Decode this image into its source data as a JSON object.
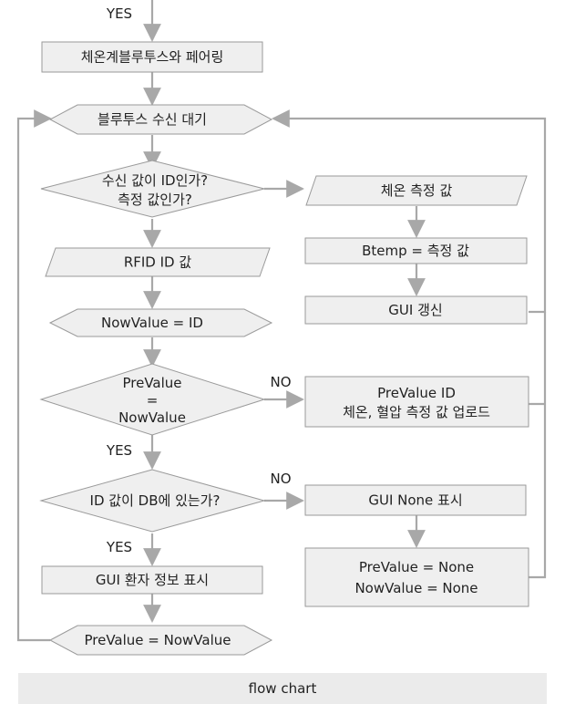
{
  "nodes": {
    "yes_top": "YES",
    "pairing": "체온계블루투스와 페어링",
    "wait": "블루투스 수신 대기",
    "check_line1": "수신 값이 ID인가?",
    "check_line2": "측정 값인가?",
    "temp_value": "체온 측정 값",
    "rfid": "RFID ID 값",
    "btemp": "Btemp = 측정 값",
    "nowvalue_id": "NowValue = ID",
    "gui_update": "GUI 갱신",
    "compare_l1": "PreValue",
    "compare_l2": "=",
    "compare_l3": "NowValue",
    "no1": "NO",
    "upload_l1": "PreValue ID",
    "upload_l2": "체온, 혈압 측정 값 업로드",
    "yes2": "YES",
    "db_check": "ID 값이 DB에 있는가?",
    "no2": "NO",
    "gui_none": "GUI None 표시",
    "yes3": "YES",
    "set_none_l1": "PreValue = None",
    "set_none_l2": "NowValue = None",
    "gui_patient": "GUI 환자 정보 표시",
    "prevalue_set": "PreValue = NowValue"
  },
  "caption": "flow chart"
}
